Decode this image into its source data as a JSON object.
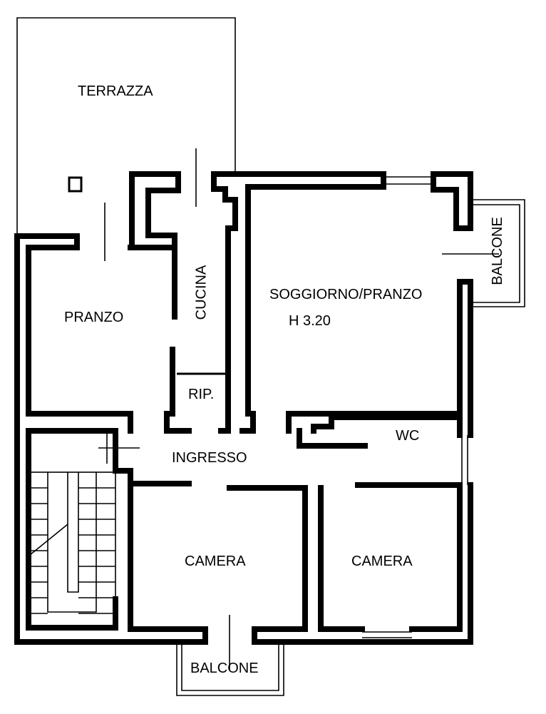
{
  "rooms": {
    "terrazza": "TERRAZZA",
    "pranzo": "PRANZO",
    "cucina": "CUCINA",
    "soggiorno": "SOGGIORNO/PRANZO",
    "height": "H 3.20",
    "balcone_right": "BALCONE",
    "ripostiglio": "RIP.",
    "wc": "WC",
    "ingresso": "INGRESSO",
    "camera_left": "CAMERA",
    "camera_right": "CAMERA",
    "balcone_bottom": "BALCONE"
  }
}
